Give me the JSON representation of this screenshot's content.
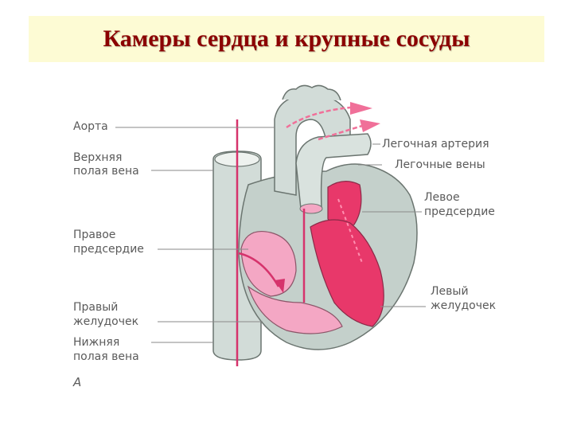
{
  "title": "Камеры сердца и крупные сосуды",
  "labels": {
    "aorta": "Аорта",
    "svc_1": "Верхняя",
    "svc_2": "полая вена",
    "ra_1": "Правое",
    "ra_2": "предсердие",
    "rv_1": "Правый",
    "rv_2": "желудочек",
    "ivc_1": "Нижняя",
    "ivc_2": "полая вена",
    "pulm_artery": "Легочная артерия",
    "pulm_veins": "Легочные вены",
    "la_1": "Левое",
    "la_2": "предсердие",
    "lv_1": "Левый",
    "lv_2": "желудочек",
    "figure_letter": "А"
  },
  "colors": {
    "title_text": "#8b0000",
    "title_bg": "#fdfbd4",
    "vessel": "#d2dcd8",
    "muscle": "#c4d0cb",
    "pink_light": "#f4a7c4",
    "pink_red": "#e8386a",
    "label_text": "#5a5a5a"
  }
}
